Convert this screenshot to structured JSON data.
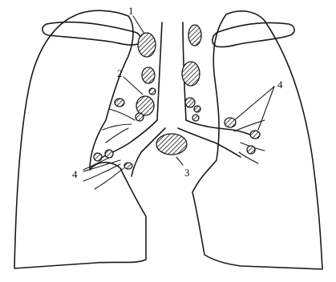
{
  "diagram": {
    "colors": {
      "ink": "#1a1a1a",
      "background": "#ffffff",
      "hatch": "#1a1a1a"
    },
    "labels": [
      {
        "id": "label-1",
        "text": "1"
      },
      {
        "id": "label-2",
        "text": "2"
      },
      {
        "id": "label-3",
        "text": "3"
      },
      {
        "id": "label-4-left",
        "text": "4"
      },
      {
        "id": "label-4-right",
        "text": "4"
      }
    ]
  }
}
